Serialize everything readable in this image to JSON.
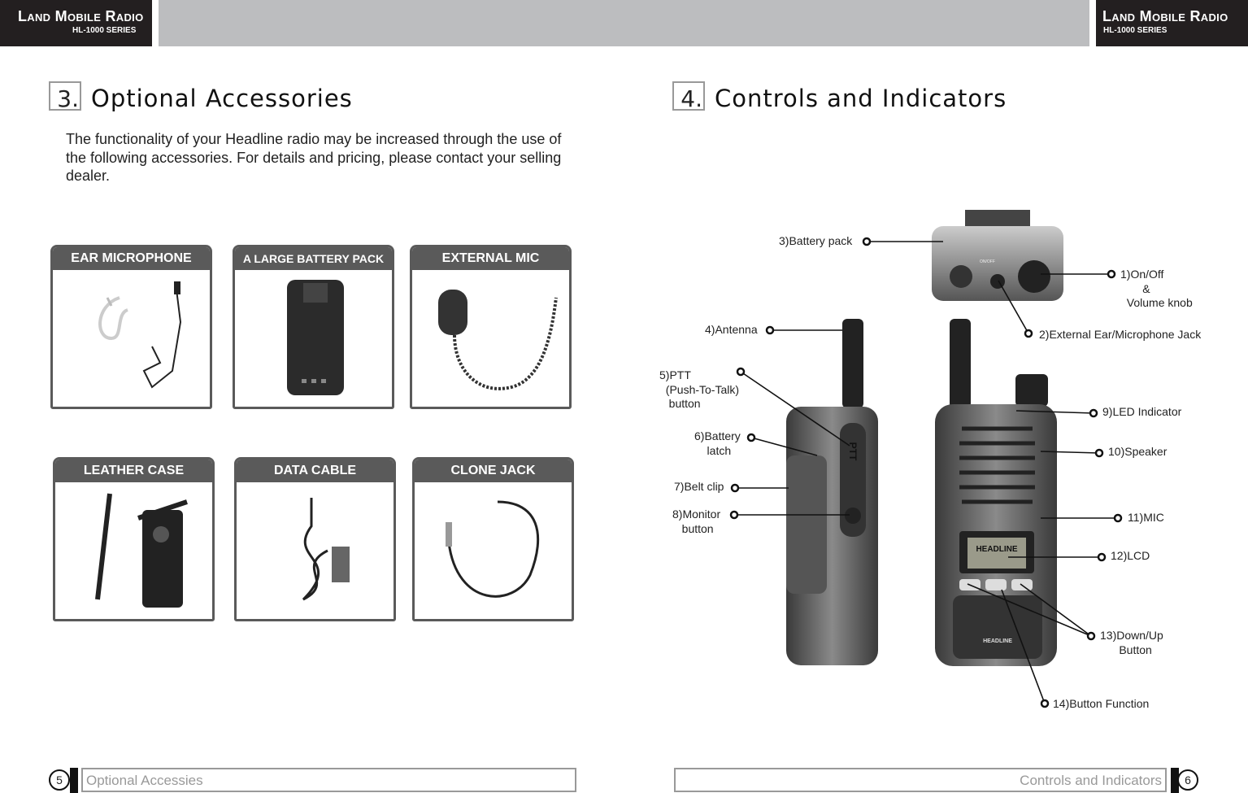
{
  "header": {
    "brand_title": "Land Mobile Radio",
    "brand_series": "HL-1000 SERIES"
  },
  "left_page": {
    "section_number": "3.",
    "section_title": "Optional Accessories",
    "intro": "The functionality of your Headline radio may be increased through the use of the following accessories. For details and pricing, please contact your selling dealer.",
    "accessories": [
      {
        "label": "EAR MICROPHONE",
        "icon": "earpiece-icon"
      },
      {
        "label": "A LARGE BATTERY PACK",
        "icon": "battery-pack-icon"
      },
      {
        "label": "EXTERNAL MIC",
        "icon": "speaker-mic-icon"
      },
      {
        "label": "LEATHER CASE",
        "icon": "leather-case-icon"
      },
      {
        "label": "DATA CABLE",
        "icon": "data-cable-icon"
      },
      {
        "label": "CLONE JACK",
        "icon": "clone-cable-icon"
      }
    ],
    "footer": {
      "page_number": "5",
      "label": "Optional Accessies"
    }
  },
  "right_page": {
    "section_number": "4.",
    "section_title": "Controls and Indicators",
    "callouts": {
      "c1": "1)On/Off\n       &\n  Volume knob",
      "c2": "2)External Ear/Microphone Jack",
      "c3": "3)Battery pack",
      "c4": "4)Antenna",
      "c5": "5)PTT\n  (Push-To-Talk)\n   button",
      "c6": "6)Battery\n    latch",
      "c7": "7)Belt clip",
      "c8": "8)Monitor\n   button",
      "c9": "9)LED Indicator",
      "c10": "10)Speaker",
      "c11": "11)MIC",
      "c12": "12)LCD",
      "c13": "13)Down/Up\n      Button",
      "c14": "14)Button Function"
    },
    "radio_markings": {
      "knob": "ON/OFF",
      "lcd": "HEADLINE",
      "front_logo": "HEADLINE",
      "ptt": "PTT"
    },
    "footer": {
      "page_number": "6",
      "label": "Controls and Indicators"
    }
  }
}
